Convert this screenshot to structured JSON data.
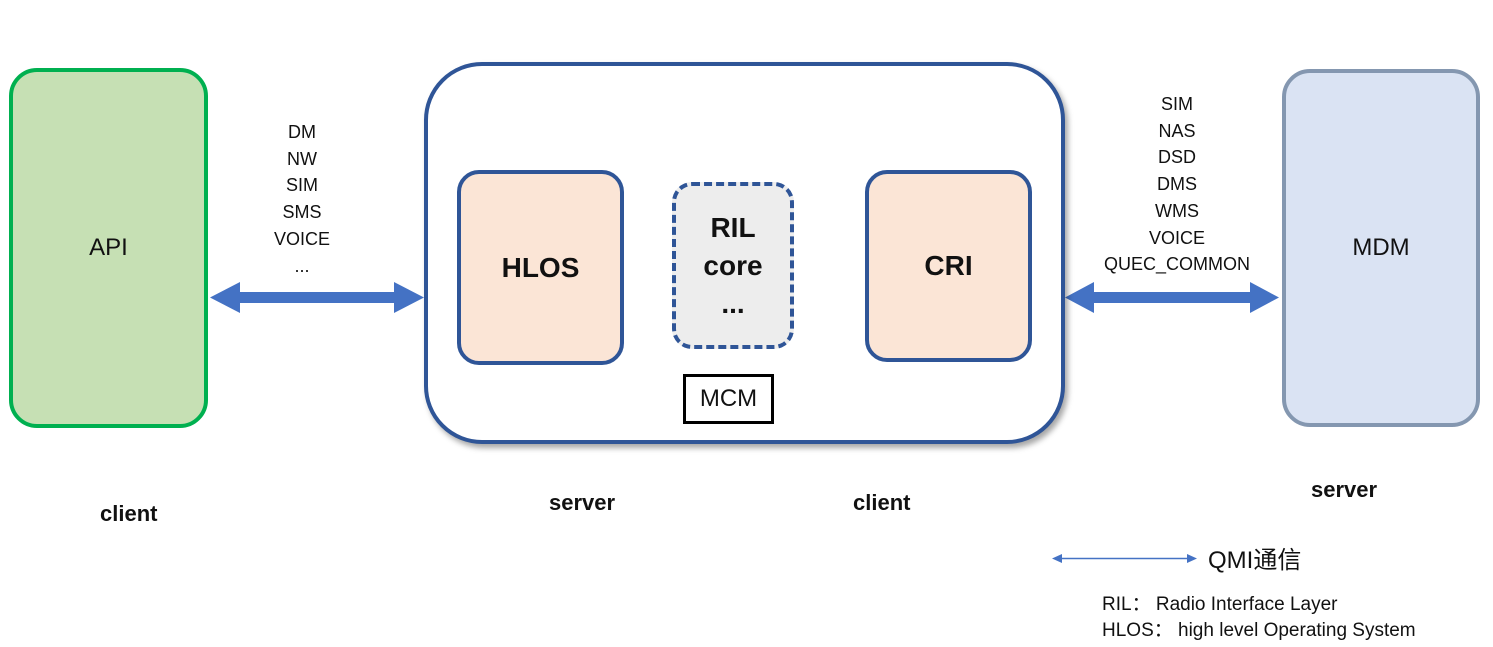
{
  "nodes": {
    "api": "API",
    "hlos": "HLOS",
    "ril_core": [
      "RIL",
      "core",
      "..."
    ],
    "cri": "CRI",
    "mcm": "MCM",
    "mdm": "MDM"
  },
  "left_protocols": [
    "DM",
    "NW",
    "SIM",
    "SMS",
    "VOICE",
    "..."
  ],
  "right_protocols": [
    "SIM",
    "NAS",
    "DSD",
    "DMS",
    "WMS",
    "VOICE",
    "QUEC_COMMON"
  ],
  "roles": {
    "api_role": "client",
    "server_role": "server",
    "cri_role": "client",
    "mdm_role": "server"
  },
  "legend": {
    "arrow_label": "QMI通信",
    "ril_def": "RIL：  Radio Interface Layer",
    "hlos_def": "HLOS：  high level Operating System"
  },
  "colors": {
    "arrow": "#4472c4",
    "api_fill": "#c6e0b4",
    "api_border": "#00b050",
    "mdm_fill": "#dae3f3",
    "mdm_border": "#8497b0",
    "container_border": "#2f5597",
    "inner_fill": "#fbe5d6",
    "ril_fill": "#ededed"
  }
}
